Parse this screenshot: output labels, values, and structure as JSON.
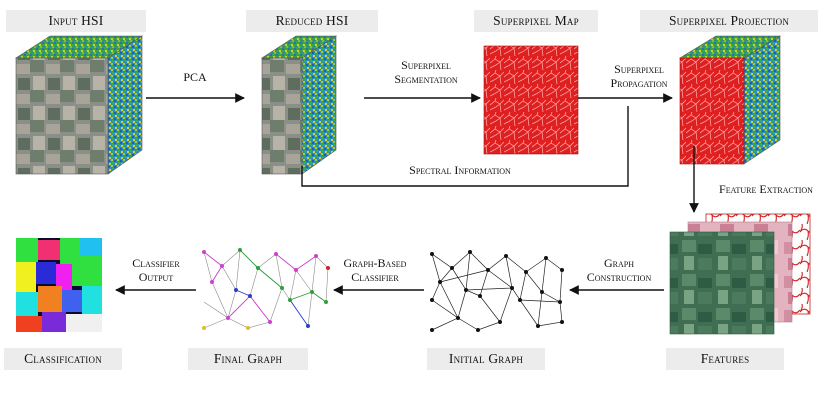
{
  "stages": {
    "input_hsi": "Input HSI",
    "reduced_hsi": "Reduced HSI",
    "superpixel_map": "Superpixel Map",
    "superpixel_projection": "Superpixel Projection",
    "classification": "Classification",
    "final_graph": "Final Graph",
    "initial_graph": "Initial Graph",
    "features": "Features"
  },
  "edges": {
    "pca": "PCA",
    "superpixel_segmentation_1": "Superpixel",
    "superpixel_segmentation_2": "Segmentation",
    "superpixel_propagation_1": "Superpixel",
    "superpixel_propagation_2": "Propagation",
    "spectral_information": "Spectral Information",
    "feature_extraction": "Feature Extraction",
    "graph_construction_1": "Graph",
    "graph_construction_2": "Construction",
    "graph_based_classifier_1": "Graph-Based",
    "graph_based_classifier_2": "Classifier",
    "classifier_output_1": "Classifier",
    "classifier_output_2": "Output"
  },
  "colors": {
    "hsi_top": "#3fa04a",
    "hsi_side": "#2f8fb0",
    "hsi_front": "#8a8f88",
    "superpixel_red": "#e02020",
    "label_bg": "#ececec"
  }
}
